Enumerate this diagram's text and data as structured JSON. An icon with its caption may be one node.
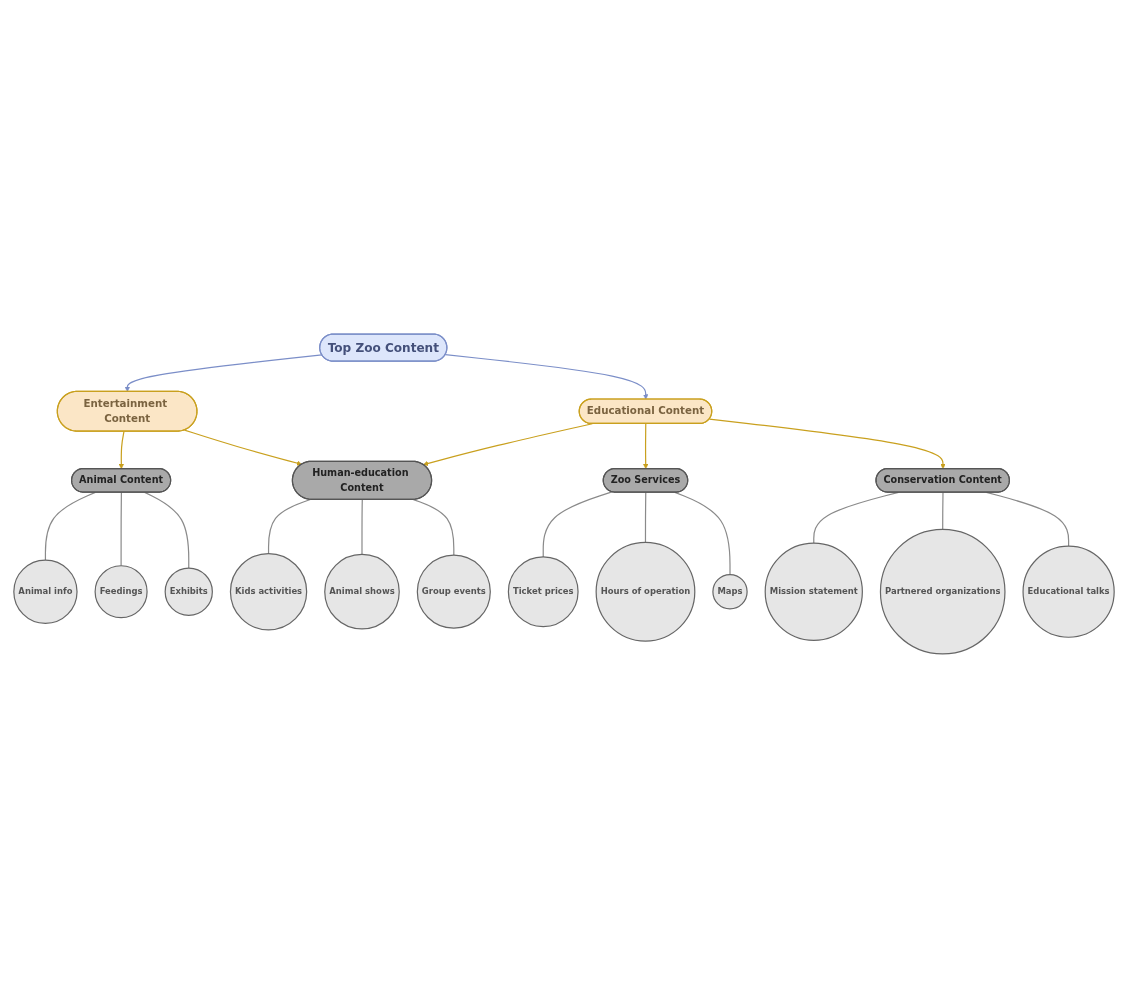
{
  "diagram": {
    "nodes": [
      {
        "text": [
          "Top Zoo Content"
        ]
      },
      {
        "text": [
          "Entertainment Content"
        ]
      },
      {
        "text": [
          "Educational Content"
        ]
      },
      {
        "text": [
          "Zoo Services"
        ]
      },
      {
        "text": [
          "Ticket prices"
        ]
      },
      {
        "text": [
          "Hours of operation"
        ]
      },
      {
        "text": [
          "Maps"
        ]
      },
      {
        "text": [
          "Animal Content"
        ]
      },
      {
        "text": [
          "Animal info"
        ]
      },
      {
        "text": [
          "Feedings"
        ]
      },
      {
        "text": [
          "Exhibits"
        ]
      },
      {
        "text": [
          "Human-education Content"
        ]
      },
      {
        "text": [
          "Kids activities"
        ]
      },
      {
        "text": [
          "Animal shows"
        ]
      },
      {
        "text": [
          "Group events"
        ]
      },
      {
        "text": [
          "Conservation Content"
        ]
      },
      {
        "text": [
          "Mission statement"
        ]
      },
      {
        "text": [
          "Partnered organizations"
        ]
      },
      {
        "text": [
          "Educational talks"
        ]
      }
    ],
    "edges": [
      {
        "from": 0,
        "to": 1,
        "arrow": "to",
        "color": "#7b8ec8"
      },
      {
        "from": 0,
        "to": 2,
        "arrow": "to",
        "color": "#7b8ec8"
      },
      {
        "from": 2,
        "to": 3,
        "arrow": "to",
        "color": "#c9a01e"
      },
      {
        "from": 3,
        "to": 4,
        "arrow": "none"
      },
      {
        "from": 3,
        "to": 5,
        "arrow": "none"
      },
      {
        "from": 3,
        "to": 6,
        "arrow": "none"
      },
      {
        "from": 1,
        "to": 7,
        "arrow": "to",
        "color": "#c9a01e"
      },
      {
        "from": 1,
        "to": 11,
        "arrow": "to",
        "color": "#c9a01e"
      },
      {
        "from": 2,
        "to": 11,
        "arrow": "to",
        "color": "#c9a01e"
      },
      {
        "from": 2,
        "to": 15,
        "arrow": "to",
        "color": "#c9a01e"
      },
      {
        "from": 7,
        "to": 8,
        "arrow": "none"
      },
      {
        "from": 7,
        "to": 9,
        "arrow": "none"
      },
      {
        "from": 7,
        "to": 10,
        "arrow": "none"
      },
      {
        "from": 11,
        "to": 12,
        "arrow": "none"
      },
      {
        "from": 11,
        "to": 13,
        "arrow": "none"
      },
      {
        "from": 11,
        "to": 14,
        "arrow": "none"
      },
      {
        "from": 15,
        "to": 16,
        "arrow": "none"
      },
      {
        "from": 15,
        "to": 17,
        "arrow": "none"
      },
      {
        "from": 15,
        "to": 18,
        "arrow": "none"
      }
    ]
  }
}
